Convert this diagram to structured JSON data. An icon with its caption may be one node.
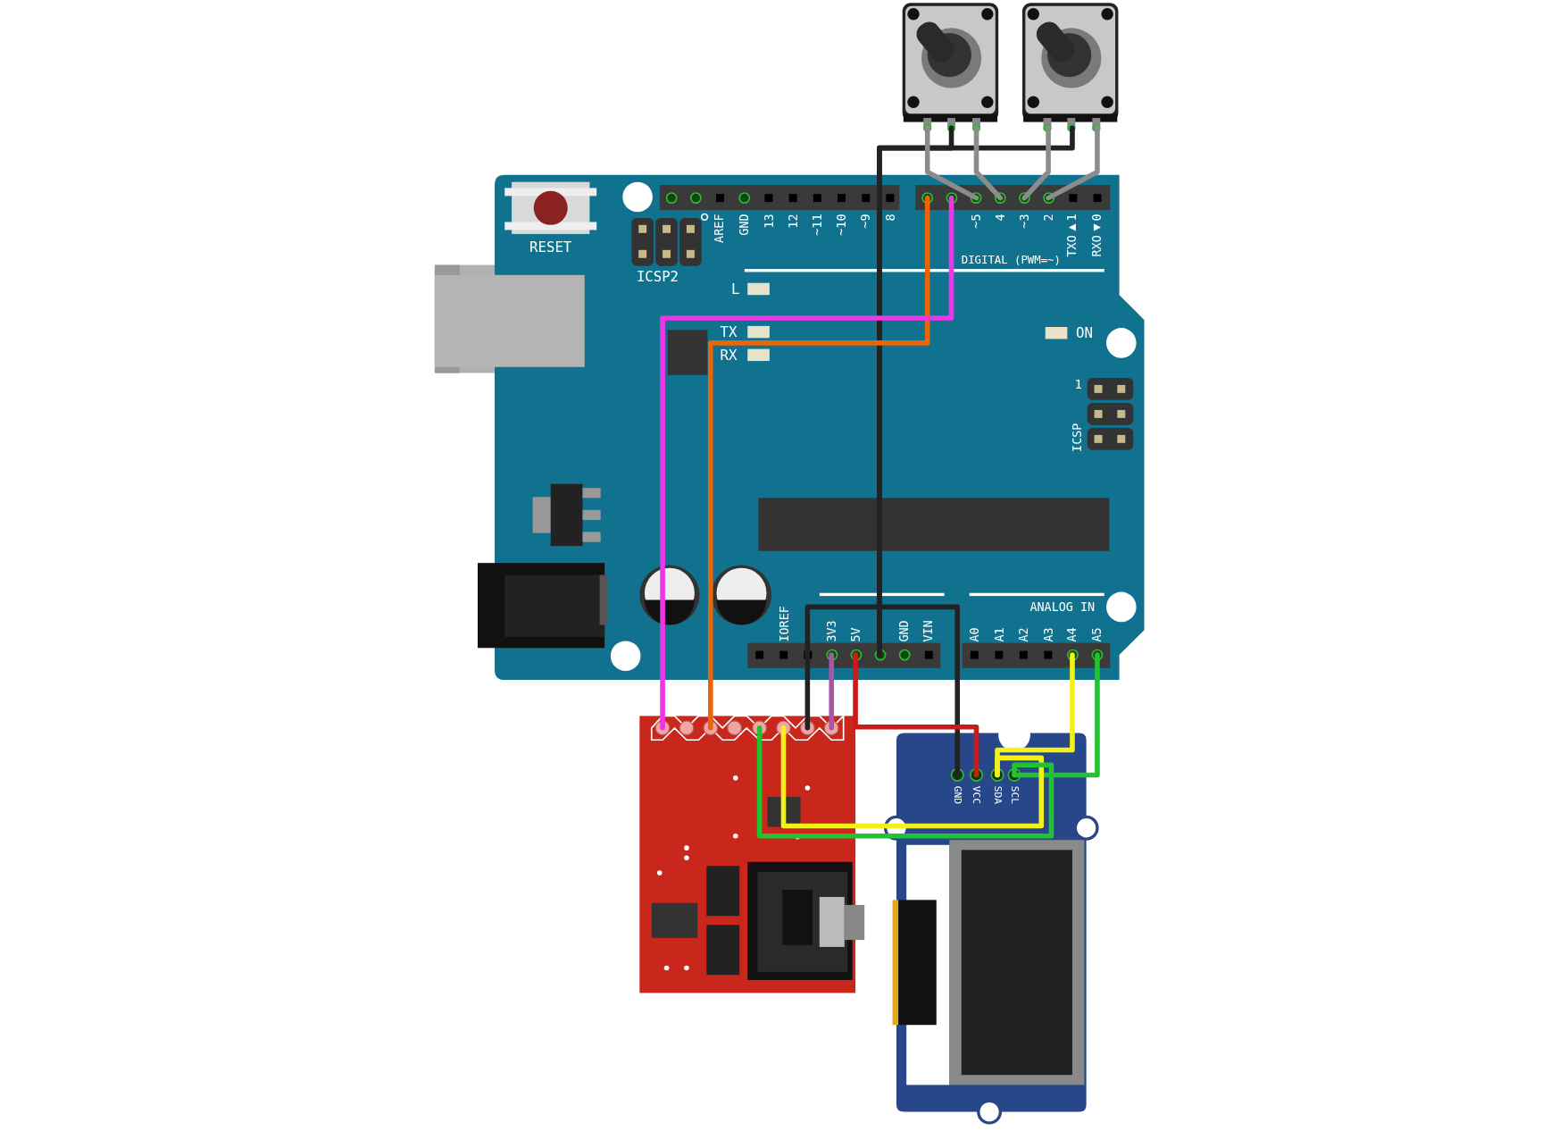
{
  "diagram": {
    "nodes": [
      {
        "text": [],
        "shape": "picture"
      },
      {
        "text": [],
        "shape": "picture"
      },
      {
        "text": [],
        "shape": "picture"
      },
      {
        "text": [],
        "shape": "picture"
      },
      {
        "text": [],
        "shape": "picture"
      }
    ],
    "edges": [
      {
        "from": 2,
        "to": 0,
        "arrow": "none",
        "color": "#222222"
      },
      {
        "from": 2,
        "to": 1,
        "arrow": "none",
        "color": "#222222"
      },
      {
        "from": 0,
        "to": 2,
        "arrow": "none",
        "color": "#8c8c8c"
      },
      {
        "from": 0,
        "to": 2,
        "arrow": "none",
        "color": "#8c8c8c"
      },
      {
        "from": 1,
        "to": 2,
        "arrow": "none",
        "color": "#8c8c8c"
      },
      {
        "from": 1,
        "to": 2,
        "arrow": "none",
        "color": "#8c8c8c"
      },
      {
        "from": 2,
        "to": 3,
        "arrow": "none",
        "color": "#e8650a"
      },
      {
        "from": 2,
        "to": 3,
        "arrow": "none",
        "color": "#f035e8"
      },
      {
        "from": 2,
        "to": 3,
        "arrow": "none",
        "color": "#222222"
      },
      {
        "from": 2,
        "to": 3,
        "arrow": "none",
        "color": "#a857a8"
      },
      {
        "from": 2,
        "to": 4,
        "arrow": "none",
        "color": "#222222"
      },
      {
        "from": 2,
        "to": 4,
        "arrow": "none",
        "color": "#cc1a1a"
      },
      {
        "from": 2,
        "to": 4,
        "arrow": "none",
        "color": "#f2f21a"
      },
      {
        "from": 2,
        "to": 4,
        "arrow": "none",
        "color": "#22c332"
      },
      {
        "from": 3,
        "to": 4,
        "arrow": "none",
        "color": "#f2f21a"
      },
      {
        "from": 3,
        "to": 4,
        "arrow": "none",
        "color": "#22c332"
      }
    ],
    "labels": [
      "RESET",
      "ICSP2",
      "AREF",
      "GND",
      "13",
      "12",
      "~11",
      "~10",
      "~9",
      "8",
      "~5",
      "4",
      "~3",
      "2",
      "TXO▶1",
      "RXO◀0",
      "DIGITAL (PWM=~)",
      "L",
      "TX",
      "RX",
      "ON",
      "1",
      "ICSP",
      "IOREF",
      "3V3",
      "5V",
      "GND",
      "VIN",
      "ANALOG IN",
      "A0",
      "A1",
      "A2",
      "A3",
      "A4",
      "A5",
      "GND",
      "VCC",
      "SDA",
      "SCL"
    ]
  }
}
